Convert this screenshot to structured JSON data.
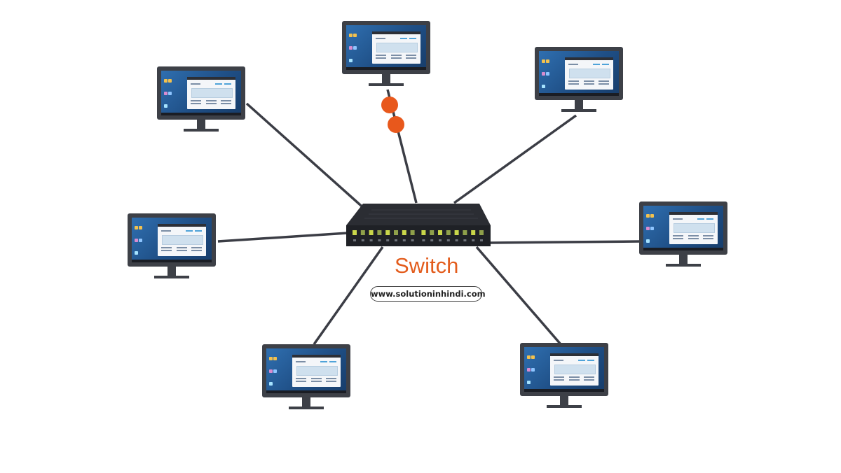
{
  "diagram": {
    "center_label": "Switch",
    "website": "www.solutioninhindi.com",
    "colors": {
      "label": "#e35c1c",
      "cable": "#3b3d45",
      "node_marker": "#e8581c",
      "monitor_frame": "#3d4047",
      "screen": "#2f6fb0",
      "port_led": "#c9d64a"
    },
    "devices": [
      {
        "id": "computer-top-left",
        "icon": "desktop-computer-icon"
      },
      {
        "id": "computer-top-center",
        "icon": "desktop-computer-icon"
      },
      {
        "id": "computer-top-right",
        "icon": "desktop-computer-icon"
      },
      {
        "id": "computer-middle-left",
        "icon": "desktop-computer-icon"
      },
      {
        "id": "computer-middle-right",
        "icon": "desktop-computer-icon"
      },
      {
        "id": "computer-bottom-left",
        "icon": "desktop-computer-icon"
      },
      {
        "id": "computer-bottom-right",
        "icon": "desktop-computer-icon"
      }
    ],
    "hub": {
      "id": "network-switch",
      "icon": "network-switch-icon"
    },
    "data_packets": 2
  }
}
